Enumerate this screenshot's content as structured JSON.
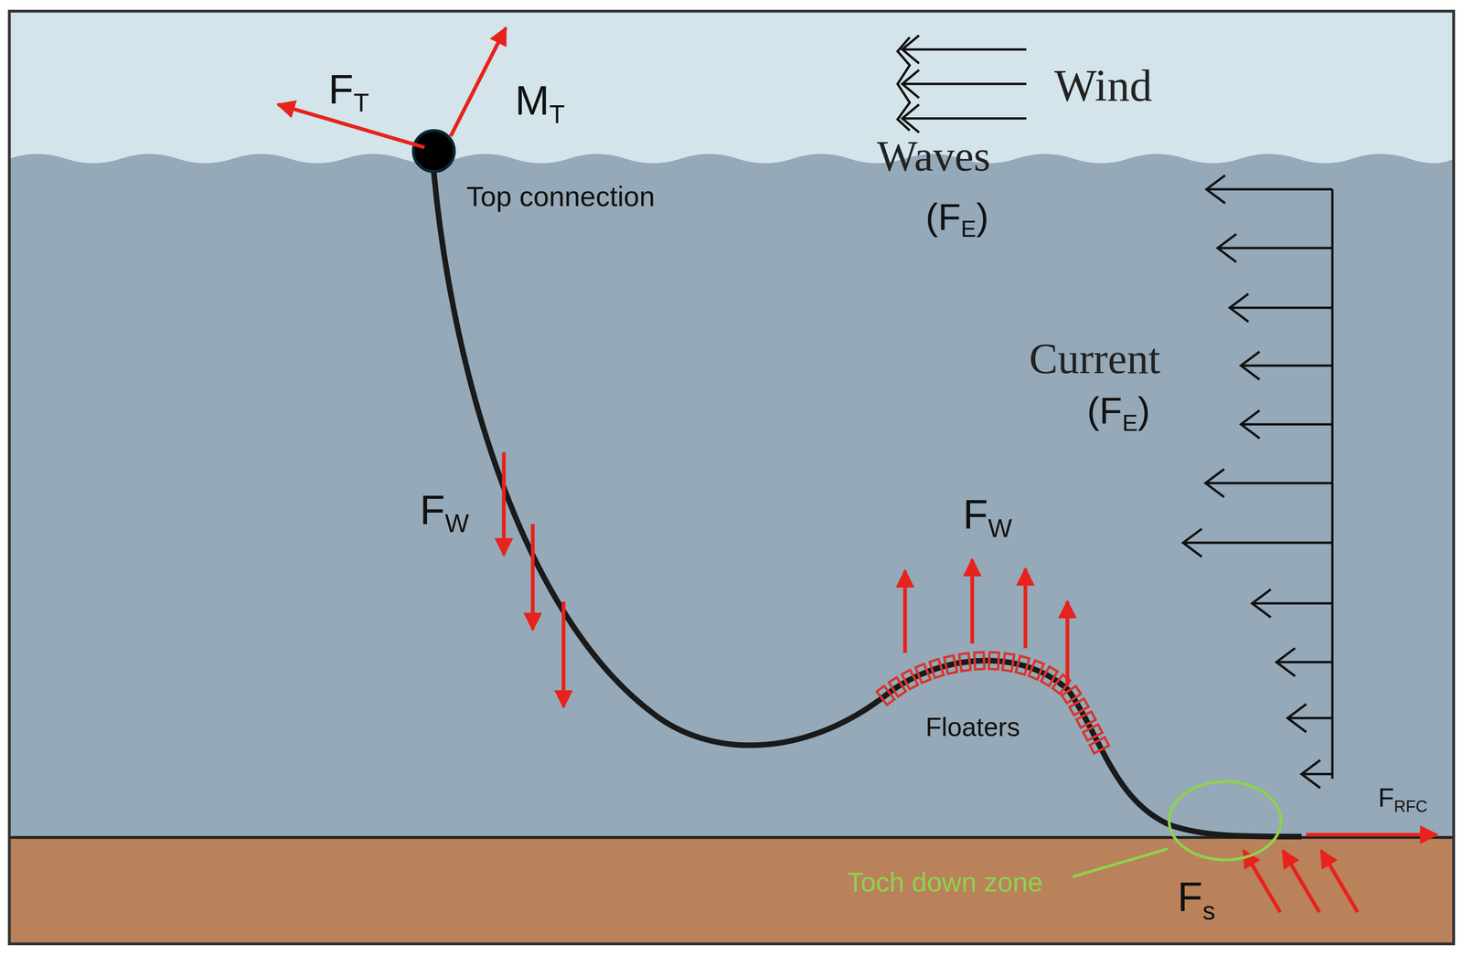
{
  "diagram": {
    "labels": [
      "FT",
      "MT",
      "Wind",
      "Waves",
      "(FE)",
      "Top connection",
      "Current",
      "(FE)",
      "FW",
      "FW",
      "Floaters",
      "FRFC",
      "Toch down zone",
      "Fs"
    ]
  }
}
